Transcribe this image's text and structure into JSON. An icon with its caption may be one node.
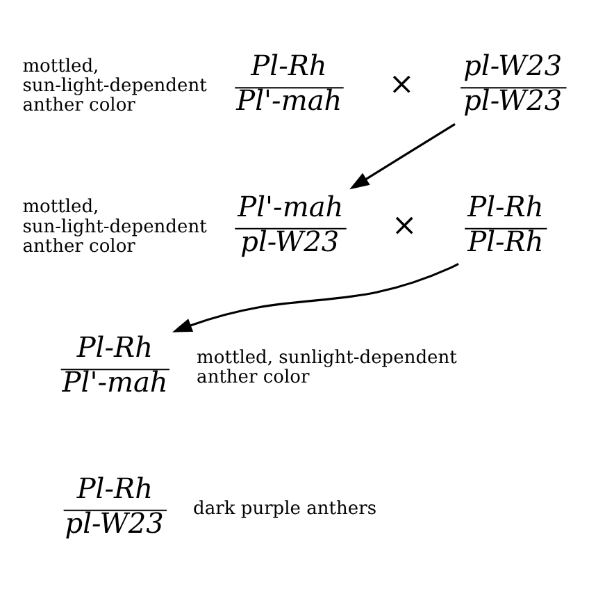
{
  "diagram": {
    "nodes": [
      {
        "text": [
          "Pl-Rh",
          "Pl'-mah"
        ],
        "beside": [
          "mottled, sun-light-dependent anther color"
        ]
      },
      {
        "text": [
          "pl-W23",
          "pl-W23"
        ]
      },
      {
        "text": [
          "Pl'-mah",
          "pl-W23"
        ],
        "beside": [
          "mottled, sun-light-dependent anther color"
        ]
      },
      {
        "text": [
          "Pl-Rh",
          "Pl-Rh"
        ]
      },
      {
        "text": [
          "Pl-Rh",
          "Pl'-mah"
        ],
        "beside": [
          "mottled, sunlight-dependent anther color"
        ]
      },
      {
        "text": [
          "Pl-Rh",
          "pl-W23"
        ],
        "beside": [
          "dark purple anthers"
        ]
      }
    ],
    "edges": [
      {
        "from": 1,
        "to": 2,
        "arrow": "to"
      },
      {
        "from": 3,
        "to": 4,
        "arrow": "to"
      }
    ],
    "labels": [
      "×",
      "×"
    ]
  }
}
